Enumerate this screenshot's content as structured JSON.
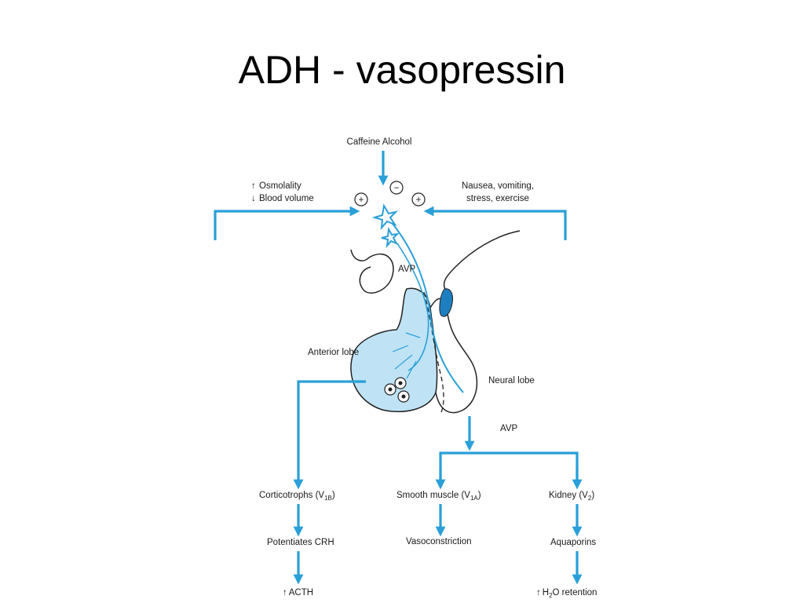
{
  "slide": {
    "title": "ADH - vasopressin"
  },
  "colors": {
    "accent": "#2a9fd8",
    "gland_fill": "#bfe3f5",
    "dark_blue": "#1e7fc0"
  },
  "labels": {
    "inhibitors": "Caffeine Alcohol",
    "minus_sign": "−",
    "plus_sign": "+",
    "stimuli_left_1": "Osmolality",
    "stimuli_left_2": "Blood volume",
    "stimuli_right_1": "Nausea, vomiting,",
    "stimuli_right_2": "stress, exercise",
    "avp_top": "AVP",
    "anterior_lobe": "Anterior lobe",
    "neural_lobe": "Neural lobe",
    "avp_bottom": "AVP",
    "corticotrophs": "Corticotrophs (V",
    "corticotrophs_sub": "1B",
    "smooth_muscle": "Smooth muscle (V",
    "smooth_muscle_sub": "1A",
    "kidney": "Kidney (V",
    "kidney_sub": "2",
    "close_paren": ")",
    "potentiates_crh": "Potentiates CRH",
    "vasoconstriction": "Vasoconstriction",
    "aquaporins": "Aquaporins",
    "acth": "ACTH",
    "h2o_h": "H",
    "h2o_sub": "2",
    "h2o_rest": "O retention",
    "up_arrow": "↑",
    "down_arrow": "↓"
  }
}
